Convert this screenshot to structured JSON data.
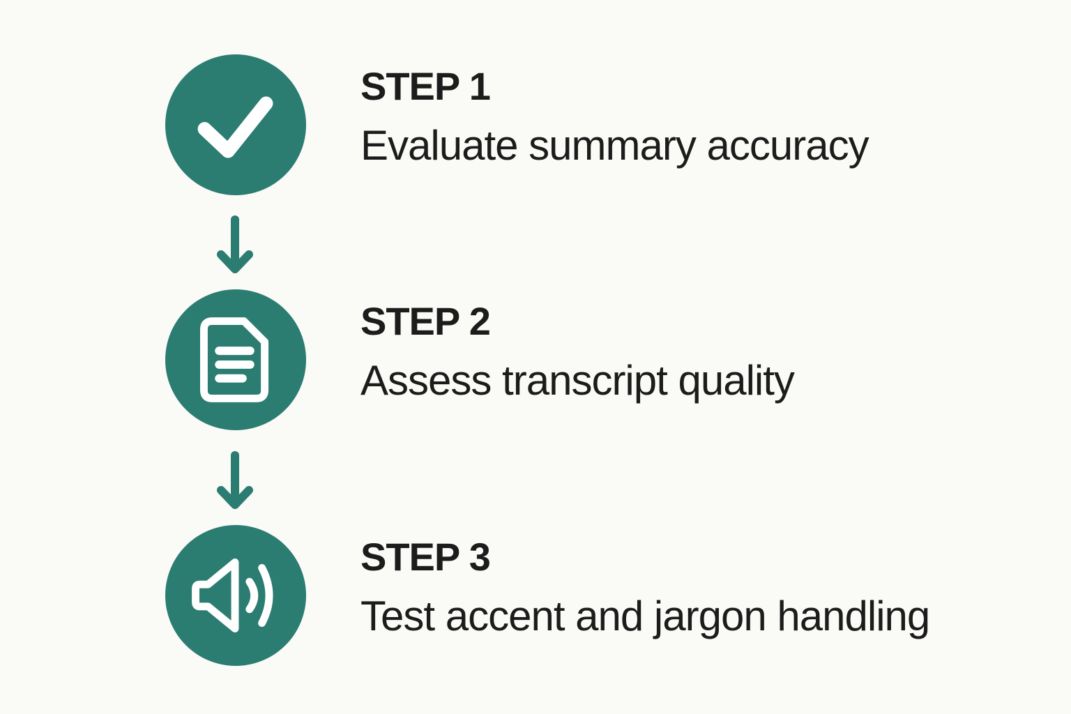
{
  "diagram": {
    "type": "vertical-step-flow",
    "step_count": 3
  },
  "colors": {
    "accent_teal": "#2b7c71",
    "icon_white": "#ffffff",
    "text_dark": "#1c1c1c",
    "background": "#fafaf6"
  },
  "steps": [
    {
      "label": "STEP 1",
      "description": "Evaluate summary accuracy",
      "icon": "checkmark-icon"
    },
    {
      "label": "STEP 2",
      "description": "Assess transcript quality",
      "icon": "document-icon"
    },
    {
      "label": "STEP 3",
      "description": "Test accent and jargon handling",
      "icon": "speaker-icon"
    }
  ],
  "connectors": [
    {
      "name": "arrow-down",
      "from": "STEP 1",
      "to": "STEP 2"
    },
    {
      "name": "arrow-down",
      "from": "STEP 2",
      "to": "STEP 3"
    }
  ]
}
